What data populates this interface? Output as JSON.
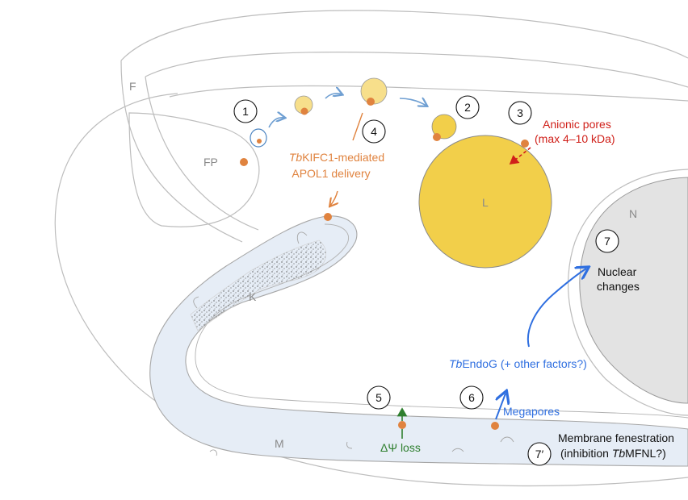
{
  "structure_labels": {
    "flagellum": "F",
    "flagellar_pocket": "FP",
    "lysosome": "L",
    "kinetoplast": "K",
    "mitochondrion": "M",
    "nucleus": "N"
  },
  "steps": {
    "s1": "1",
    "s2": "2",
    "s3": "3",
    "s4": "4",
    "s5": "5",
    "s6": "6",
    "s7": "7",
    "s7p": "7′"
  },
  "annotations": {
    "anionic_pores_line1": "Anionic pores",
    "anionic_pores_line2": "(max 4–10 kDa)",
    "kifc1_prefix": "Tb",
    "kifc1_rest": "KIFC1-mediated",
    "apol1_delivery": "APOL1 delivery",
    "nuclear_line1": "Nuclear",
    "nuclear_line2": "changes",
    "endog_prefix": "Tb",
    "endog_rest": "EndoG (+ other factors?)",
    "megapores": "Megapores",
    "dpsi_loss": "ΔΨ loss",
    "fenestration_line1": "Membrane fenestration",
    "fenestration_line2_a": "(inhibition ",
    "fenestration_line2_tb": "Tb",
    "fenestration_line2_b": "MFNL?)"
  },
  "colors": {
    "outline": "#bdbdbd",
    "lysosome_fill": "#f2cf4a",
    "vesicle_fill": "#f7df8b",
    "apol1_dot": "#e0833f",
    "kifc1_orange": "#e0833f",
    "anionic_red": "#d0201a",
    "endog_blue": "#2f6fe0",
    "trafficking_arrow_blue": "#6f9fd2",
    "dpsi_green": "#2f7f2f",
    "mito_fill": "#e6edf6",
    "nucleus_fill": "#e3e3e3",
    "kinetoplast_fill": "#ffffff"
  }
}
